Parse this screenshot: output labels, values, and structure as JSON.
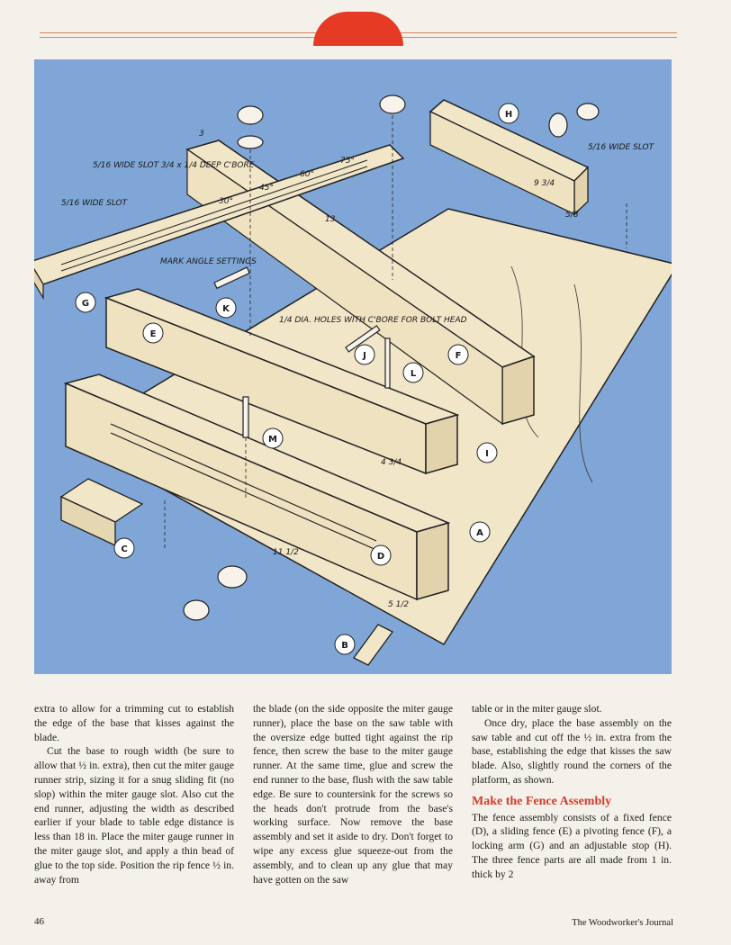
{
  "illustration": {
    "part_labels": [
      "A",
      "B",
      "C",
      "D",
      "E",
      "F",
      "G",
      "H",
      "I",
      "J",
      "K",
      "L",
      "M"
    ],
    "dimensions": [
      "3",
      "13",
      "9 3/4",
      "5/8",
      "4 3/4",
      "11 1/2",
      "5 1/2"
    ],
    "notes": {
      "slot_cbore": "5/16 WIDE SLOT 3/4 x 1/4 DEEP C'BORE",
      "wide_slot_left": "5/16 WIDE SLOT",
      "wide_slot_right": "5/16 WIDE SLOT",
      "mark_angle": "MARK ANGLE SETTINGS",
      "holes": "1/4 DIA. HOLES WITH C'BORE FOR BOLT HEAD"
    },
    "angle_marks": [
      "30°",
      "45°",
      "60°",
      "75°"
    ]
  },
  "col1": {
    "p1": "extra to allow for a trimming cut to establish the edge of the base that kisses against the blade.",
    "p2": "Cut the base to rough width (be sure to allow that ½ in. extra), then cut the miter gauge runner strip, sizing it for a snug sliding fit (no slop) within the miter gauge slot. Also cut the end runner, adjusting the width as described earlier if your blade to table edge distance is less than 18 in. Place the miter gauge runner in the miter gauge slot, and apply a thin bead of glue to the top side. Position the rip fence ½ in. away from"
  },
  "col2": {
    "p1": "the blade (on the side opposite the miter gauge runner), place the base on the saw table with the oversize edge butted tight against the rip fence, then screw the base to the miter gauge runner. At the same time, glue and screw the end runner to the base, flush with the saw table edge. Be sure to countersink for the screws so the heads don't protrude from the base's working surface. Now remove the base assembly and set it aside to dry. Don't forget to wipe any excess glue squeeze-out from the assembly, and to clean up any glue that may have gotten on the saw"
  },
  "col3": {
    "p1": "table or in the miter gauge slot.",
    "p2": "Once dry, place the base assembly on the saw table and cut off the ½ in. extra from the base, establishing the edge that kisses the saw blade. Also, slightly round the corners of the platform, as shown.",
    "heading": "Make the Fence Assembly",
    "p3": "The fence assembly consists of a fixed fence (D), a sliding fence (E) a pivoting fence (F), a locking arm (G) and an adjustable stop (H). The three fence parts are all made from 1 in. thick by 2"
  },
  "footer": {
    "page_number": "46",
    "journal": "The Woodworker's Journal"
  },
  "colors": {
    "accent": "#e53a23",
    "rule": "#d9805d",
    "illustration_bg": "#7fa6d6",
    "heading": "#d33a2b"
  }
}
